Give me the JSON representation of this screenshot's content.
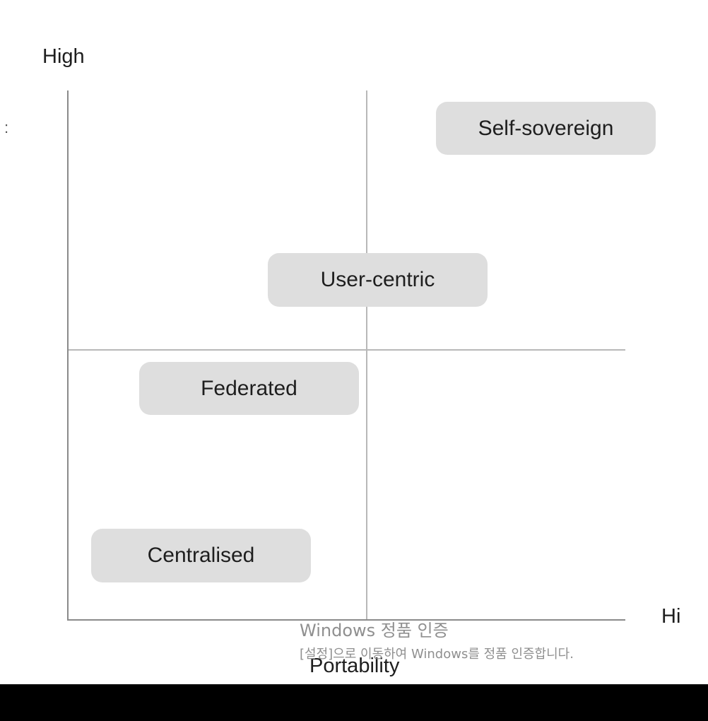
{
  "axes": {
    "y_high_label": "High",
    "x_high_label": "Hi",
    "x_title": "Portability",
    "left_edge_mark": ":"
  },
  "boxes": {
    "self_sovereign": "Self-sovereign",
    "user_centric": "User-centric",
    "federated": "Federated",
    "centralised": "Centralised"
  },
  "watermark": {
    "title": "Windows 정품 인증",
    "subtitle": "[설정]으로 이동하여 Windows를 정품 인증합니다."
  },
  "colors": {
    "box_fill": "#dedede",
    "axis": "#8a8a8a",
    "watermark": "#8f8f8f",
    "bottom_bar": "#000000"
  }
}
